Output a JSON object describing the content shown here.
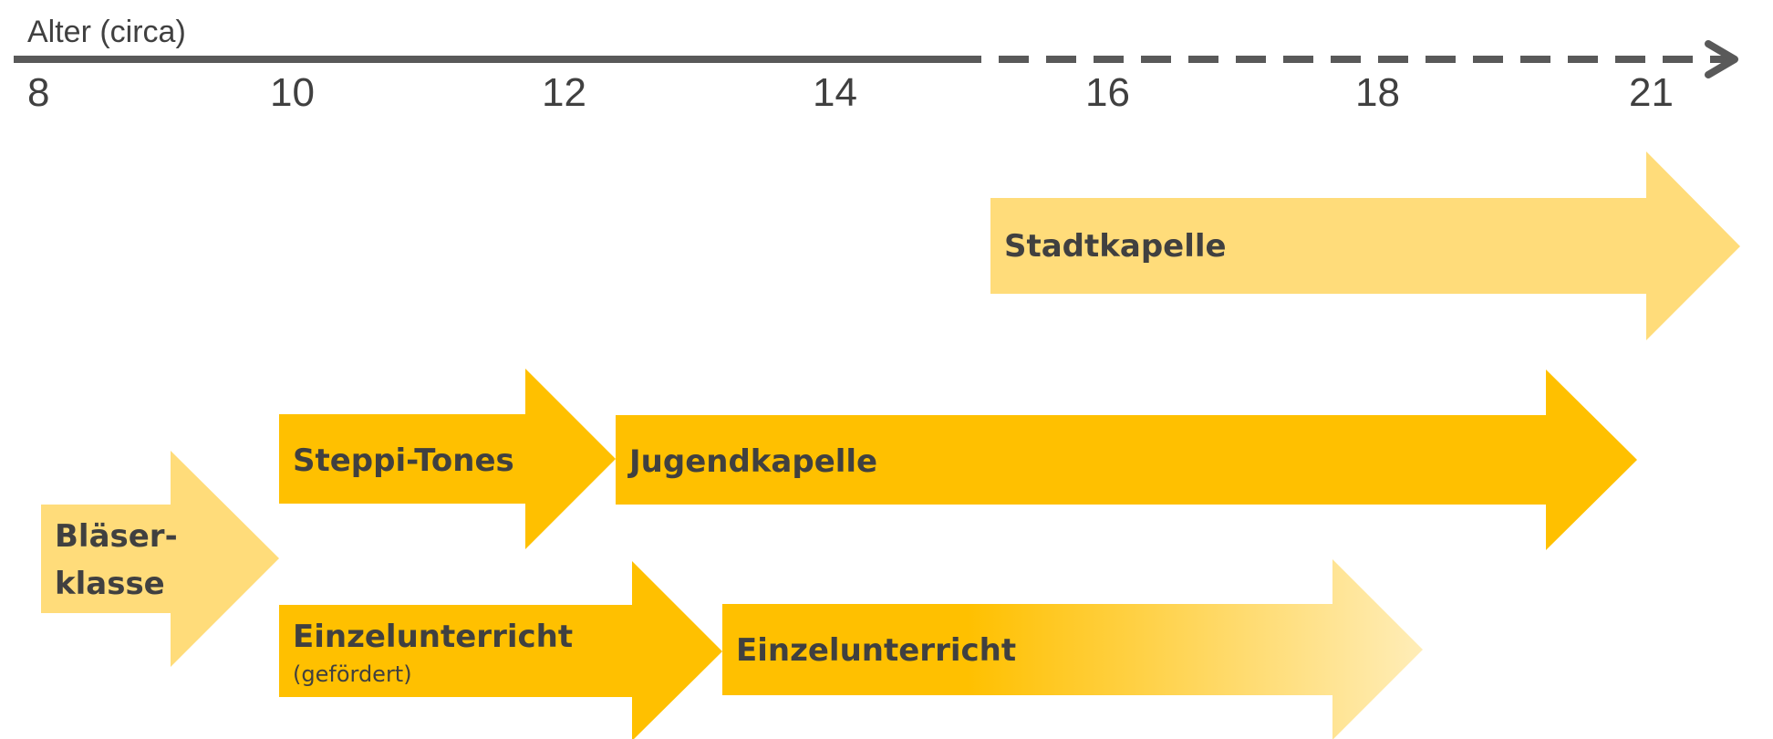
{
  "axis": {
    "title": "Alter (circa)",
    "ticks": [
      "8",
      "10",
      "12",
      "14",
      "16",
      "18",
      "21"
    ]
  },
  "colors": {
    "dark": "#404040",
    "gold": "#FFC000",
    "light_gold": "#FFDC7A",
    "fade_end": "#FFEDB8"
  },
  "arrows": {
    "stadtkapelle": {
      "label": "Stadtkapelle"
    },
    "blaeserklasse": {
      "label_line1": "Bläser-",
      "label_line2": "klasse"
    },
    "steppi_tones": {
      "label": "Steppi-Tones"
    },
    "jugendkapelle": {
      "label": "Jugendkapelle"
    },
    "einzelunterricht_gefoerdert": {
      "label": "Einzelunterricht",
      "sublabel": "(gefördert)"
    },
    "einzelunterricht": {
      "label": "Einzelunterricht"
    }
  }
}
